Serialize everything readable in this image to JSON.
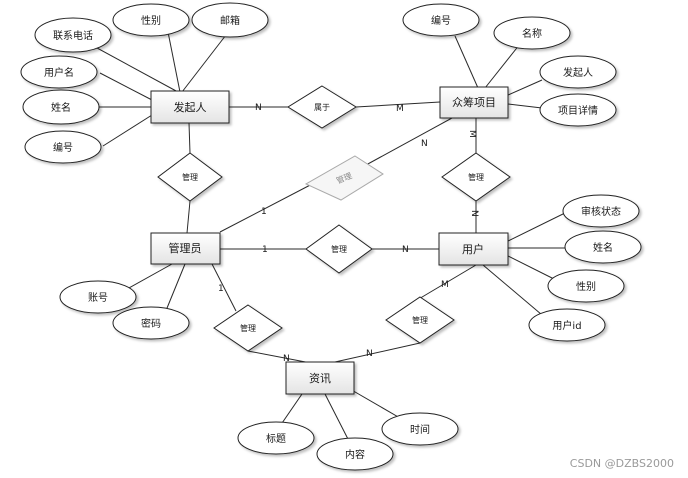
{
  "entities": {
    "initiator": "发起人",
    "project": "众筹项目",
    "admin": "管理员",
    "user": "用户",
    "news": "资讯"
  },
  "attributes": {
    "initiator": [
      "联系电话",
      "性别",
      "邮箱",
      "用户名",
      "姓名",
      "编号"
    ],
    "project": [
      "编号",
      "名称",
      "发起人",
      "项目详情"
    ],
    "admin": [
      "账号",
      "密码"
    ],
    "user": [
      "审核状态",
      "姓名",
      "性别",
      "用户id"
    ],
    "news": [
      "标题",
      "内容",
      "时间"
    ]
  },
  "relationships": {
    "belongs": "属于",
    "manage_initiator": "管理",
    "manage_project": "管理",
    "admin_project": "管理",
    "admin_user": "管理",
    "admin_news": "管理",
    "user_news": "管理"
  },
  "cardinalities": {
    "belongs_initiator": "N",
    "belongs_project": "M",
    "project_user_top": "M",
    "project_user_bottom": "N",
    "admin_project_admin": "1",
    "admin_project_project": "N",
    "admin_user_admin": "1",
    "admin_user_user": "N",
    "admin_news_admin": "1",
    "admin_news_news": "N",
    "user_news_user": "M",
    "user_news_news": "N"
  },
  "watermark": "CSDN @DZBS2000"
}
